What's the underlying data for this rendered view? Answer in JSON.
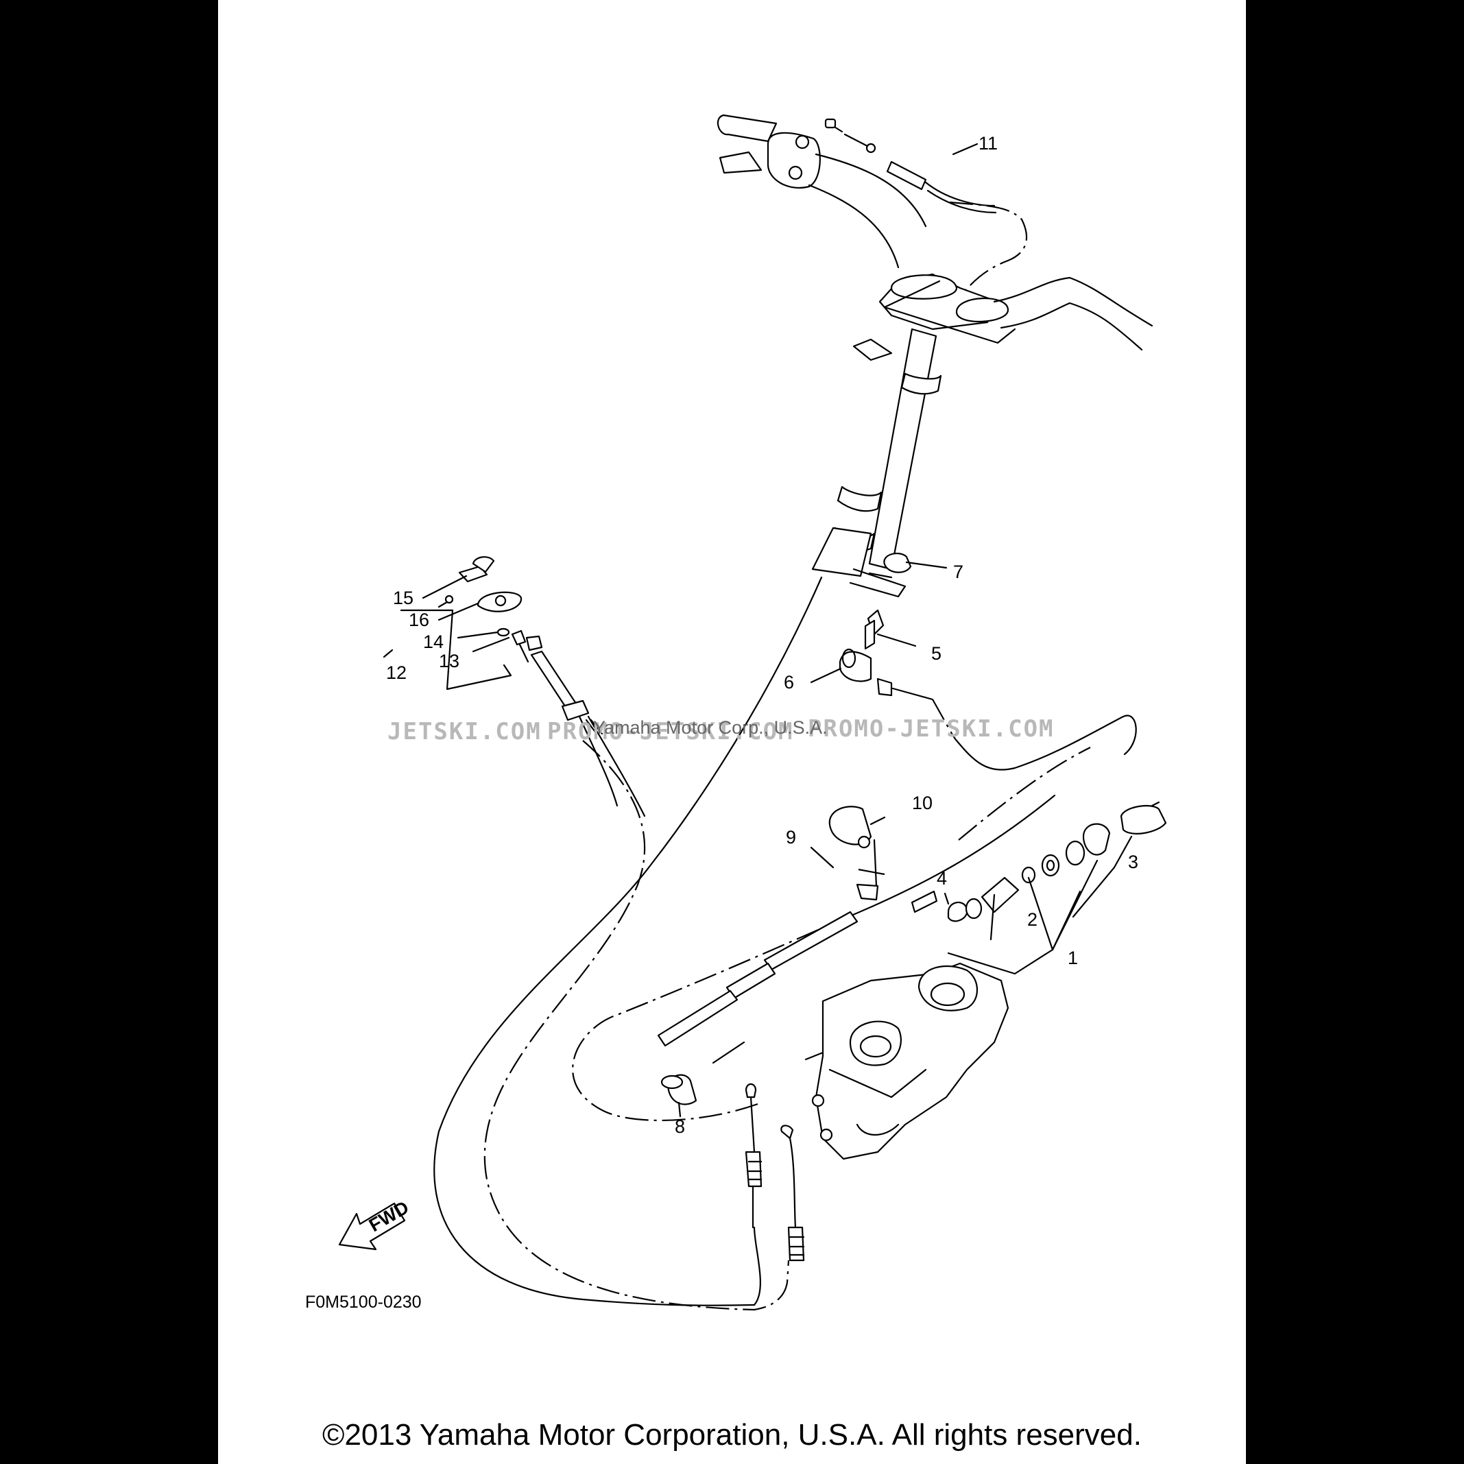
{
  "callouts": {
    "c1": "1",
    "c2": "2",
    "c3": "3",
    "c4": "4",
    "c5": "5",
    "c6": "6",
    "c7": "7",
    "c8": "8",
    "c9": "9",
    "c10": "10",
    "c11": "11",
    "c12": "12",
    "c13": "13",
    "c14": "14",
    "c15": "15",
    "c16": "16"
  },
  "diagram_code": "F0M5100-0230",
  "fwd_label": "FWD",
  "watermark": {
    "left": "JETSKI.COM",
    "middle": "PROMO-JETSKI.COM",
    "right": "PROMO-JETSKI.COM",
    "overlay": "Yamaha Motor Corp., U.S.A."
  },
  "copyright": "©2013 Yamaha Motor Corporation, U.S.A. All rights reserved."
}
